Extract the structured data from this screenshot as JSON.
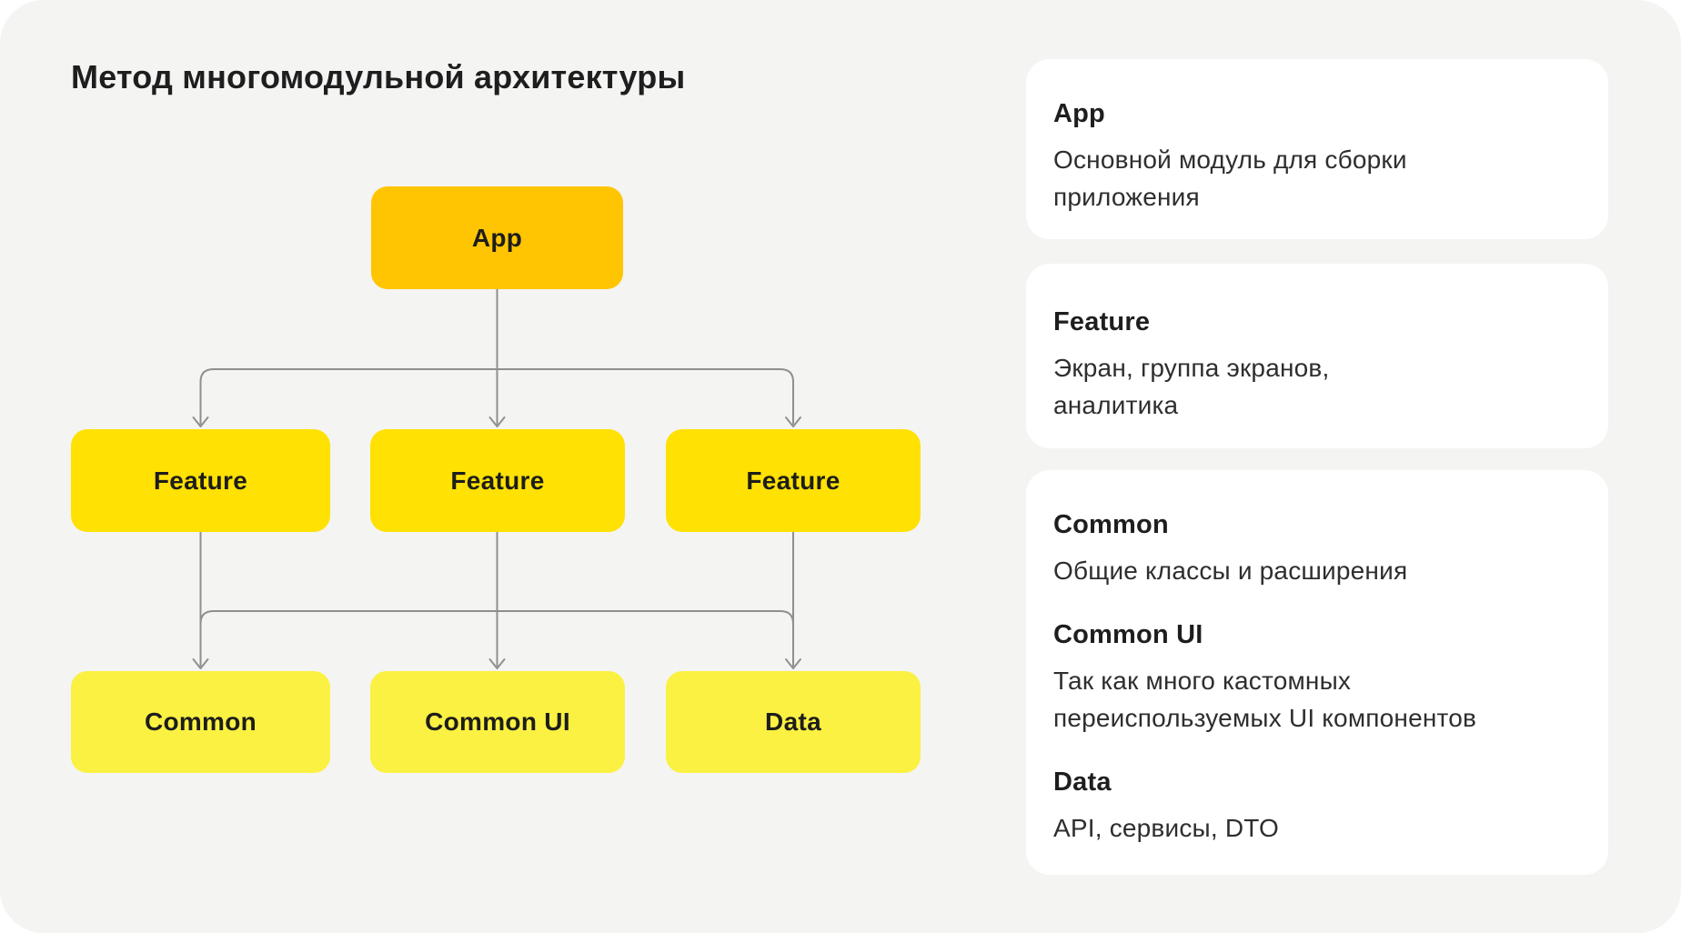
{
  "page": {
    "title": "Метод многомодульной архитектуры"
  },
  "colors": {
    "page_bg": "#FFFFFF",
    "canvas_bg": "#F4F4F3",
    "app_node": "#FFC502",
    "feature_node": "#FFE103",
    "bottom_node": "#FAF142",
    "connector": "#8F8F8F",
    "card_bg": "#FFFFFF",
    "heading_text": "#1E1E1E",
    "body_text": "#2E2E2E"
  },
  "diagram": {
    "app": {
      "label": "App"
    },
    "features": [
      {
        "label": "Feature"
      },
      {
        "label": "Feature"
      },
      {
        "label": "Feature"
      }
    ],
    "modules": [
      {
        "label": "Common"
      },
      {
        "label": "Common UI"
      },
      {
        "label": "Data"
      }
    ]
  },
  "cards": [
    {
      "title": "App",
      "body": "Основной модуль для сборки\nприложения"
    },
    {
      "title": "Feature",
      "body": "Экран, группа экранов,\nаналитика"
    },
    {
      "sections": [
        {
          "title": "Common",
          "body": "Общие классы и расширения"
        },
        {
          "title": "Common UI",
          "body": "Так как много кастомных\nпереиспользуемых UI компонентов"
        },
        {
          "title": "Data",
          "body": "API, сервисы, DTO"
        }
      ]
    }
  ]
}
